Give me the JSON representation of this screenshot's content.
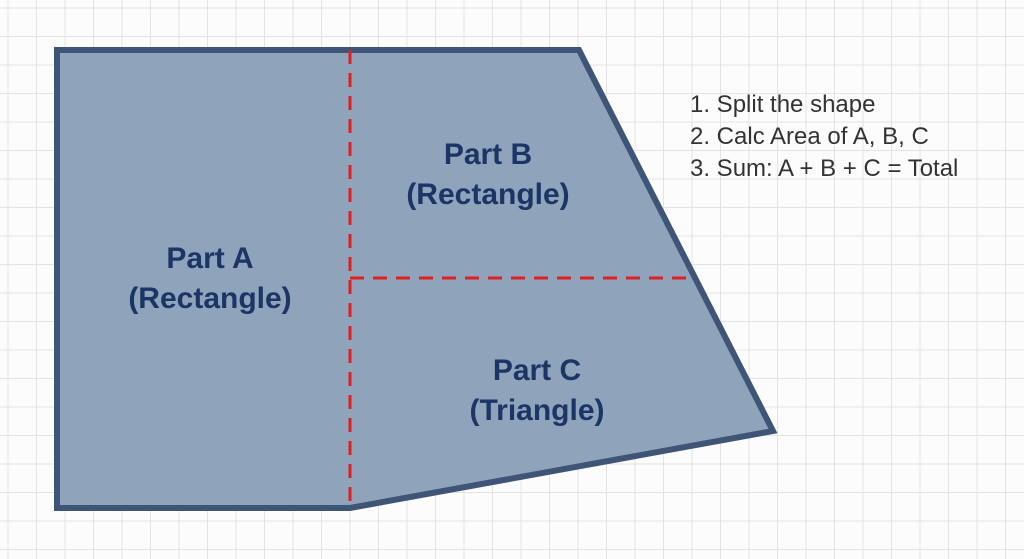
{
  "parts": {
    "a": {
      "title": "Part A",
      "subtitle": "(Rectangle)"
    },
    "b": {
      "title": "Part B",
      "subtitle": "(Rectangle)"
    },
    "c": {
      "title": "Part C",
      "subtitle": "(Triangle)"
    }
  },
  "steps": [
    "1. Split the shape",
    "2. Calc Area of A, B, C",
    "3. Sum: A + B + C = Total"
  ],
  "colors": {
    "background": "#fcfcfc",
    "grid_line": "#e3e3e3",
    "shape_fill": "#8fa3bb",
    "shape_outline": "#3e5578",
    "divider": "#e02020",
    "label_text": "#1b3566",
    "step_text": "#333333"
  }
}
